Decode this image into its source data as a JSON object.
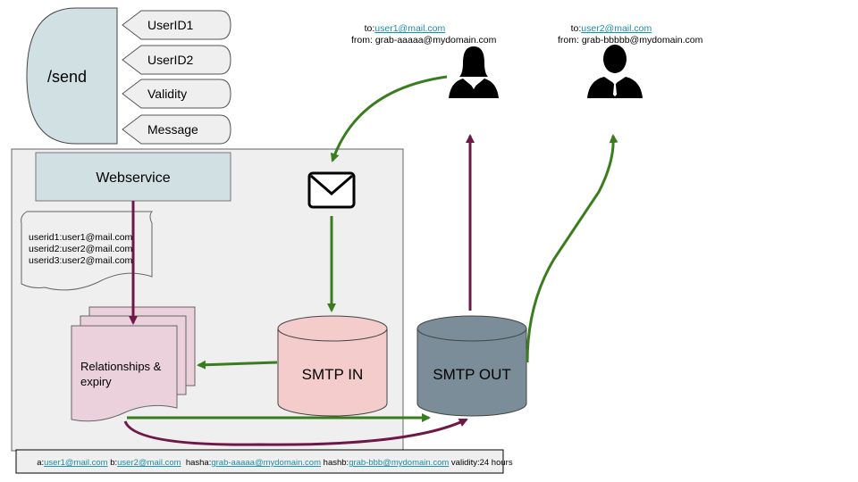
{
  "api": {
    "endpoint": "/send",
    "params": [
      "UserID1",
      "UserID2",
      "Validity",
      "Message"
    ]
  },
  "webservice": {
    "label": "Webservice"
  },
  "mapping": {
    "lines": [
      "userid1:user1@mail.com",
      "userid2:user2@mail.com",
      "userid3:user2@mail.com"
    ]
  },
  "relationships": {
    "line1": "Relationships &",
    "line2": "expiry"
  },
  "smtp_in": {
    "label": "SMTP IN"
  },
  "smtp_out": {
    "label": "SMTP OUT"
  },
  "recipient1": {
    "to_prefix": "to:",
    "to_email": "user1@mail.com",
    "from_line": "from: grab-aaaaa@mydomain.com"
  },
  "recipient2": {
    "to_prefix": "to:",
    "to_email": "user2@mail.com",
    "from_line": "from: grab-bbbbb@mydomain.com"
  },
  "record": {
    "a_label": "a:",
    "a_value": "user1@mail.com",
    "b_label": " b:",
    "b_value": "user2@mail.com",
    "hasha_label": "  hasha:",
    "hasha_value": "grab-aaaaa@mydomain.com",
    "hashb_label": " hashb:",
    "hashb_value": "grab-bbb@mydomain.com",
    "validity": " validity:24 hours"
  },
  "colors": {
    "green_flow": "#3a7d1e",
    "maroon_flow": "#6e1848",
    "box_fill": "#d0e0e3",
    "smtp_in_fill": "#f4cccc",
    "smtp_out_fill": "#7a8d98",
    "relationships_fill": "#ead1dc",
    "container_fill": "#efefef",
    "param_fill": "#efefef"
  }
}
